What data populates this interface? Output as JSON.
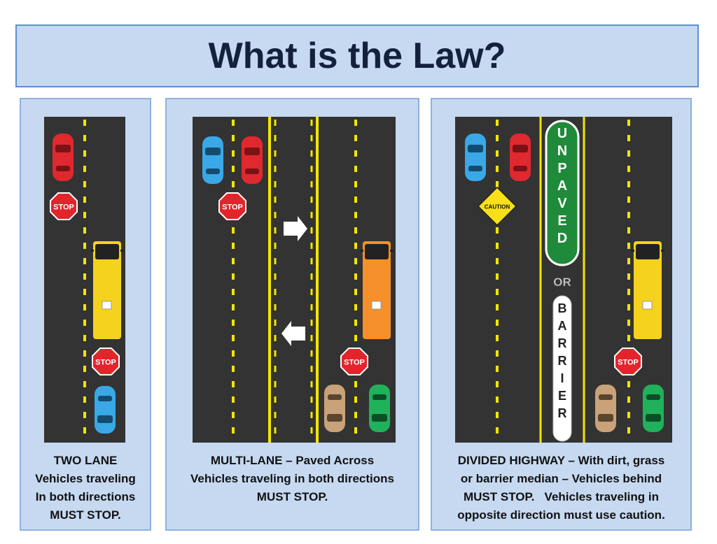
{
  "title": "What is the Law?",
  "signs": {
    "stop": "STOP",
    "caution": "CAUTION"
  },
  "median": {
    "unpaved": "UNPAVED",
    "or": "OR",
    "barrier": "BARRIER"
  },
  "panels": [
    {
      "caption": [
        "TWO LANE",
        "Vehicles traveling",
        "In both directions",
        "MUST STOP."
      ]
    },
    {
      "caption": [
        "MULTI-LANE – Paved Across",
        "Vehicles traveling in both directions",
        "MUST STOP."
      ]
    },
    {
      "caption": [
        "DIVIDED HIGHWAY – With dirt, grass",
        "or barrier median – Vehicles behind",
        "MUST STOP.   Vehicles traveling in",
        "opposite direction must use caution."
      ]
    }
  ],
  "colors": {
    "road": "#333333",
    "lane_yellow": "#f2e600",
    "bus_yellow": "#f4d21e",
    "bus_orange": "#f5902a",
    "car_red": "#e0282f",
    "car_blue": "#3aa8e6",
    "car_tan": "#c9a27a",
    "car_green": "#1fb25a",
    "stop_red": "#e3242b",
    "median_green": "#1e8a3a"
  }
}
